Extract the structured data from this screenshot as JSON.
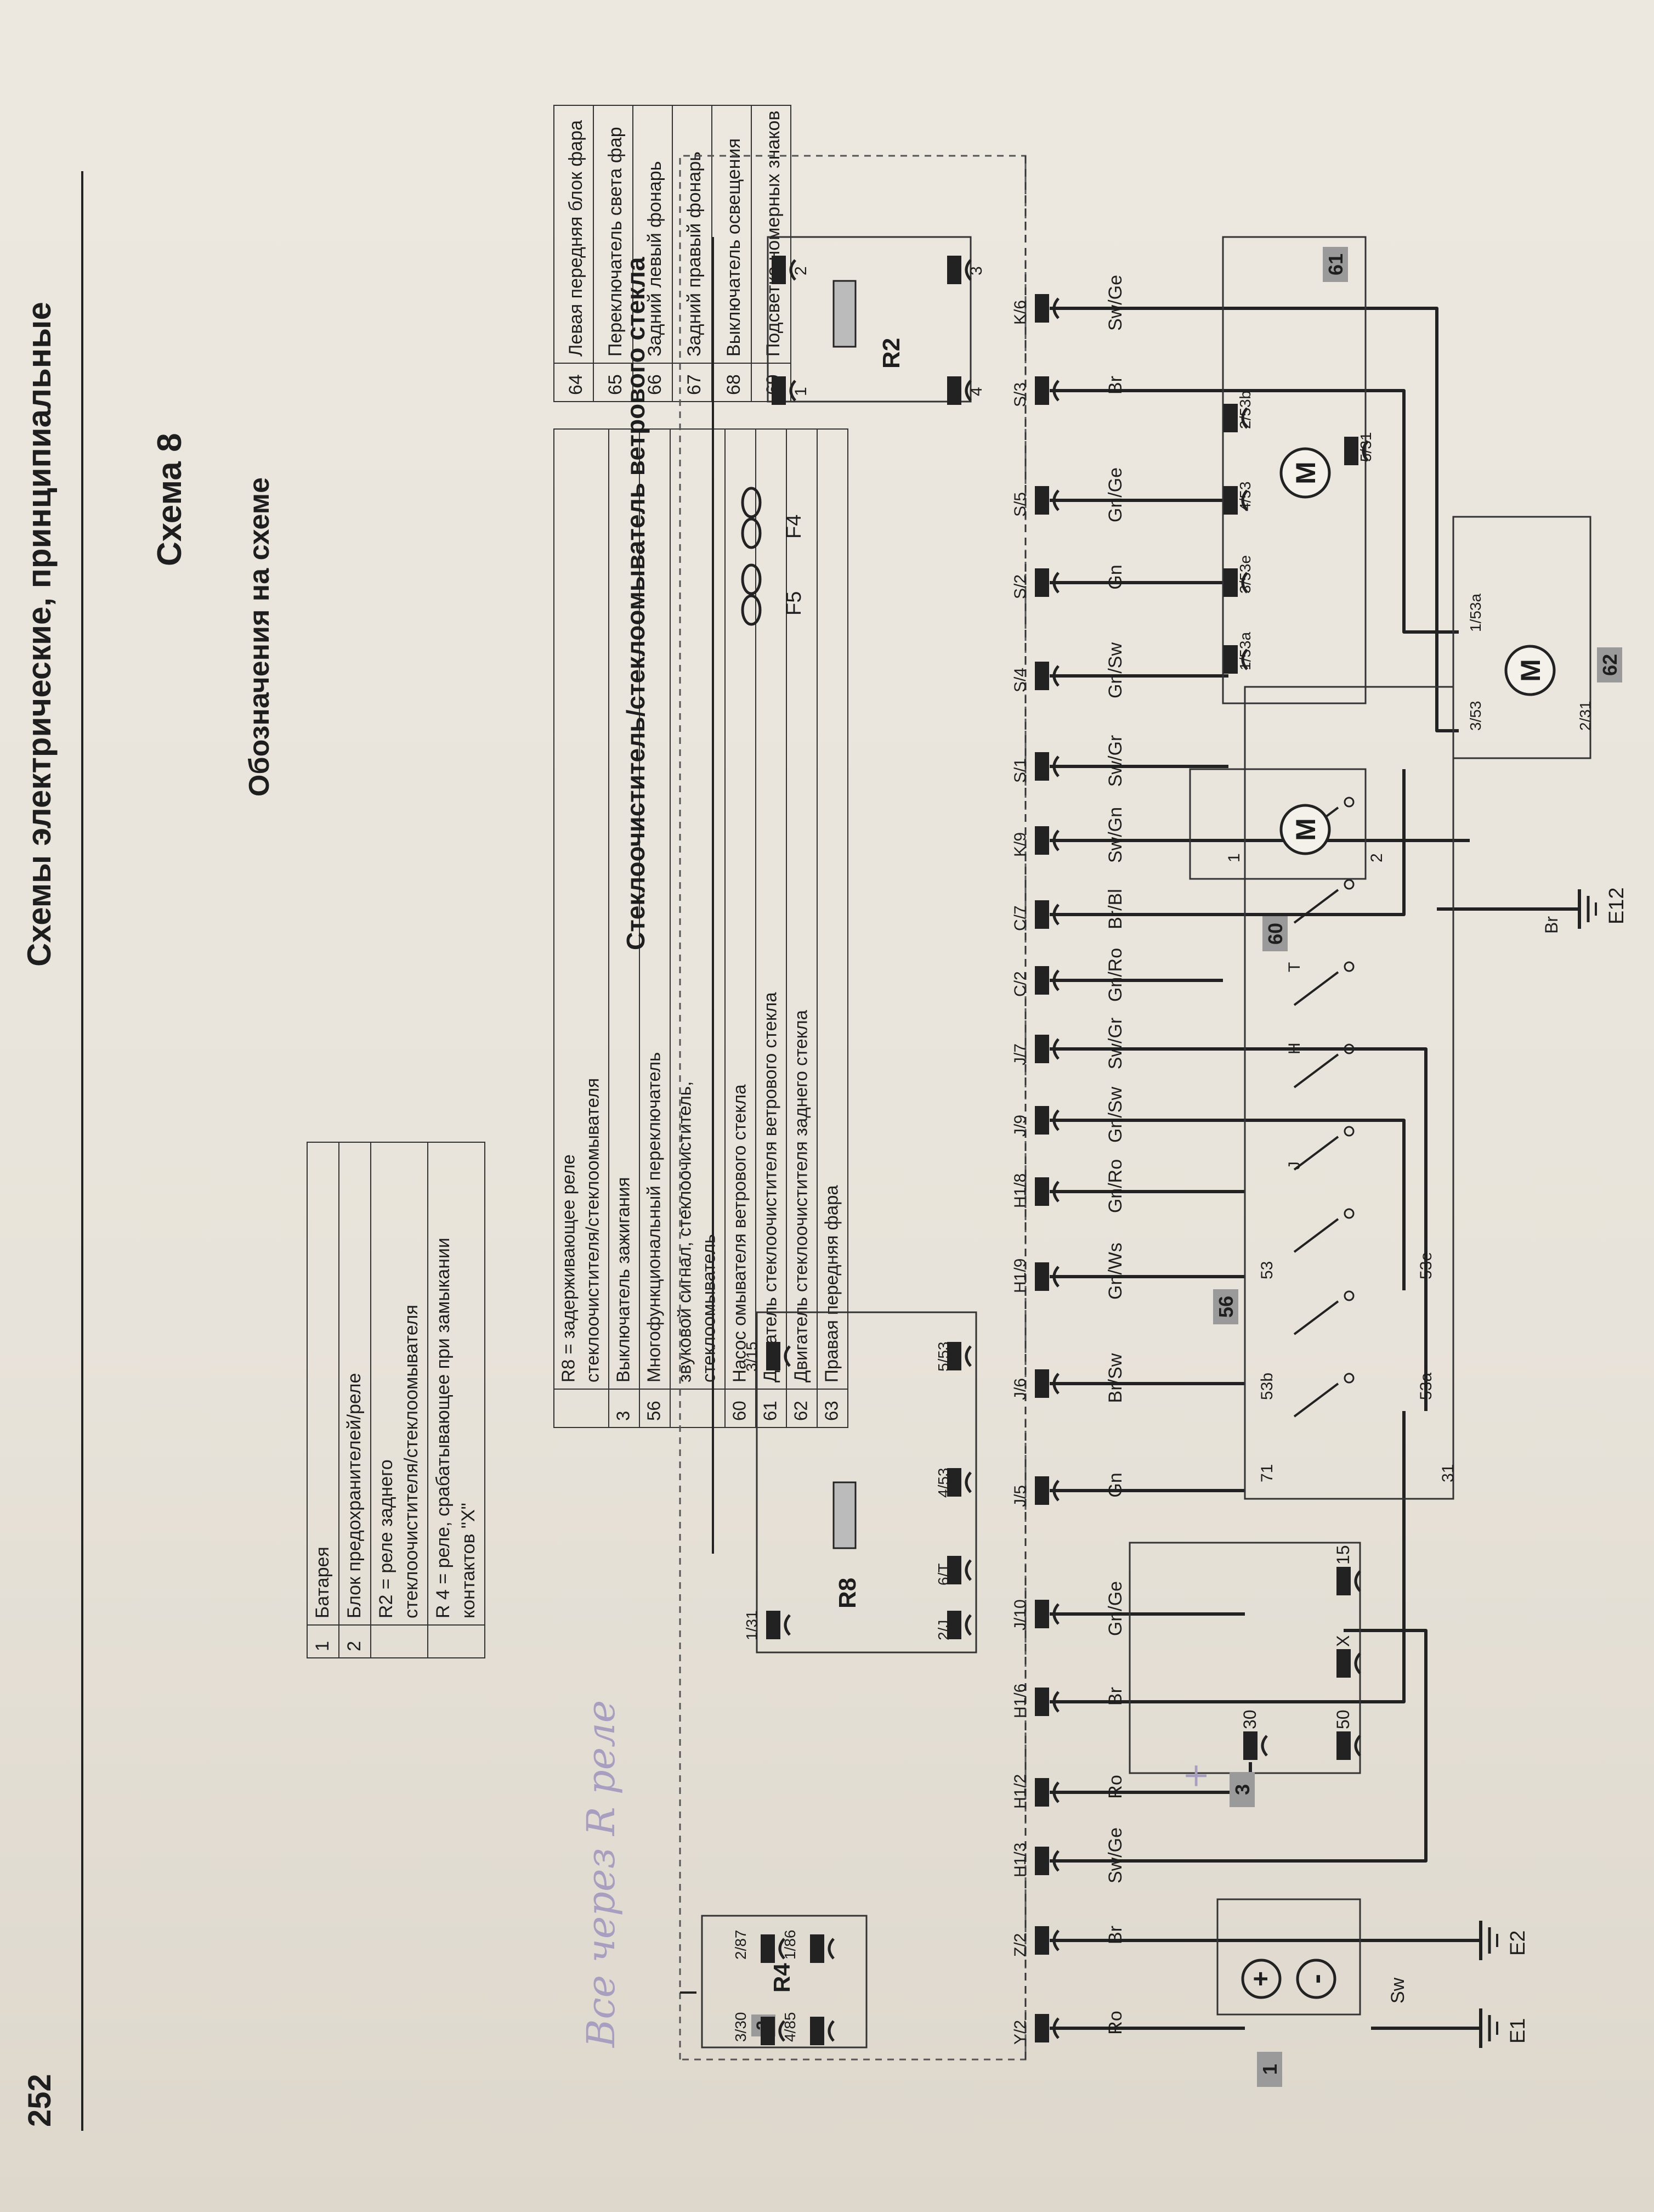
{
  "header": {
    "page_number": "252",
    "title": "Схемы электрические, принципиальные"
  },
  "schema": {
    "title": "Схема 8",
    "legend_title": "Обозначения на схеме"
  },
  "legend_left": [
    {
      "n": "1",
      "text": [
        "Батарея"
      ]
    },
    {
      "n": "2",
      "text": [
        "Блок предохранителей/реле"
      ]
    },
    {
      "n": "",
      "text": [
        "R2 = реле заднего",
        "стеклоочистителя/стеклоомывателя"
      ]
    },
    {
      "n": "",
      "text": [
        "R 4 = реле, срабатывающее при замыкании",
        "контактов \"X\""
      ]
    }
  ],
  "legend_mid": [
    {
      "n": "",
      "text": [
        "R8 = задерживающее реле",
        "стеклоочистителя/стеклоомывателя"
      ]
    },
    {
      "n": "3",
      "text": [
        "Выключатель зажигания"
      ]
    },
    {
      "n": "56",
      "text": [
        "Многофункциональный переключатель"
      ]
    },
    {
      "n": "",
      "text": [
        "звуковой сигнал, стеклоочиститель,",
        "стеклоомыватель"
      ]
    },
    {
      "n": "60",
      "text": [
        "Насос омывателя ветрового стекла"
      ]
    },
    {
      "n": "61",
      "text": [
        "Двигатель стеклоочистителя ветрового стекла"
      ]
    },
    {
      "n": "62",
      "text": [
        "Двигатель стеклоочистителя заднего стекла"
      ]
    },
    {
      "n": "63",
      "text": [
        "Правая передняя фара"
      ]
    }
  ],
  "legend_right": [
    {
      "n": "64",
      "text": [
        "Левая передняя блок фара"
      ]
    },
    {
      "n": "65",
      "text": [
        "Переключатель света фар"
      ]
    },
    {
      "n": "66",
      "text": [
        "Задний левый фонарь"
      ]
    },
    {
      "n": "67",
      "text": [
        "Задний правый фонарь"
      ]
    },
    {
      "n": "68",
      "text": [
        "Выключатель освещения"
      ]
    },
    {
      "n": "69",
      "text": [
        "Подсветка номерных знаков"
      ]
    }
  ],
  "diagram": {
    "caption": "Стеклоочиститель/стеклоомыватель ветрового стекла",
    "connectors": [
      "Y/2",
      "Z/2",
      "H1/3",
      "H1/2",
      "H1/6",
      "J/10",
      "J/5",
      "J/6",
      "H1/9",
      "H1/8",
      "J/9",
      "J/7",
      "C/2",
      "C/7",
      "K/9",
      "S/1",
      "S/4",
      "S/2",
      "S/5",
      "S/3",
      "K/6"
    ],
    "wires": [
      "Ro",
      "Br",
      "Sw/Ge",
      "Ro",
      "Br",
      "Gn/Ge",
      "Gn",
      "Br/Sw",
      "Gn/Ws",
      "Gn/Ro",
      "Gn/Sw",
      "Sw/Gr",
      "Gn/Ro",
      "Br/Bl",
      "Sw/Gn",
      "Sw/Gr",
      "Gn/Sw",
      "Gn",
      "Gn/Ge",
      "Br",
      "Sw/Ge"
    ],
    "battery_wire": "Sw",
    "grounds": [
      "E1",
      "E2",
      "E12"
    ],
    "ground_wire": "Br",
    "components": [
      "1",
      "2",
      "3",
      "56",
      "60",
      "61",
      "62"
    ],
    "relays": {
      "R4": [
        "3/30",
        "2/87",
        "4/85",
        "1/86"
      ],
      "R8": [
        "1/31",
        "3/15",
        "2/J",
        "6/T",
        "4/53",
        "5/53"
      ],
      "R2": [
        "1",
        "2",
        "3",
        "4"
      ]
    },
    "ign_pins": [
      "30",
      "50",
      "X",
      "15"
    ],
    "sw_pins": [
      "71",
      "31",
      "53b",
      "53",
      "53e",
      "53a",
      "J",
      "H",
      "T"
    ],
    "m61_pins": [
      "1/53a",
      "3/53e",
      "4/53",
      "2/53b",
      "5/31"
    ],
    "m60_pins": [
      "1",
      "2"
    ],
    "m62_pins": [
      "3/53",
      "1/53a",
      "2/31"
    ],
    "fuses": [
      "F5",
      "F4"
    ],
    "polarity": [
      "+",
      "-"
    ]
  },
  "handwriting": [
    "Все через R реле",
    "+"
  ]
}
